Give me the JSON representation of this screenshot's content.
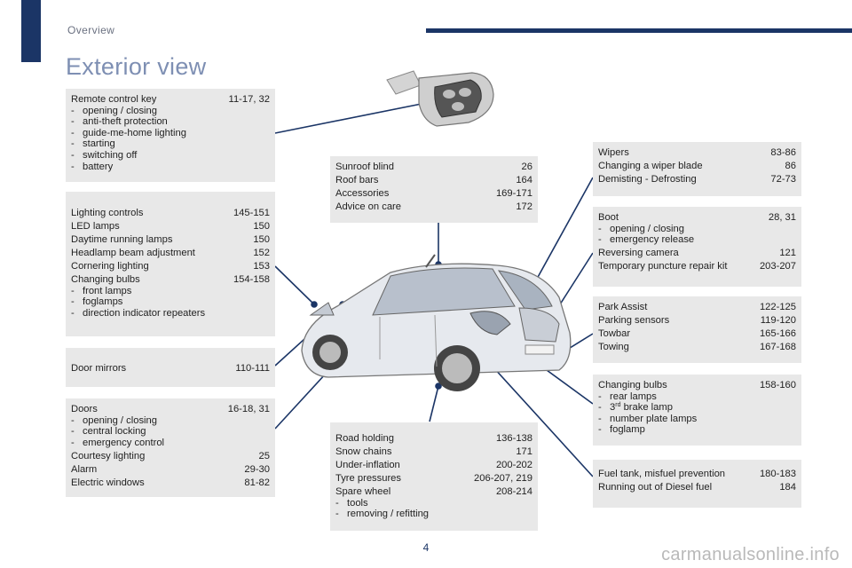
{
  "header": {
    "section": "Overview",
    "title": "Exterior view"
  },
  "page_number": "4",
  "watermark": "carmanualsonline.info",
  "boxes": {
    "remote": {
      "rows": [
        {
          "label": "Remote control key",
          "page": "11-17, 32"
        }
      ],
      "subs": [
        "opening / closing",
        "anti-theft protection",
        "guide-me-home lighting",
        "starting",
        "switching off",
        "battery"
      ]
    },
    "lighting": {
      "rows": [
        {
          "label": "Lighting controls",
          "page": "145-151"
        },
        {
          "label": "LED lamps",
          "page": "150"
        },
        {
          "label": "Daytime running lamps",
          "page": "150"
        },
        {
          "label": "Headlamp beam adjustment",
          "page": "152"
        },
        {
          "label": "Cornering lighting",
          "page": "153"
        },
        {
          "label": "Changing bulbs",
          "page": "154-158"
        }
      ],
      "subs": [
        "front lamps",
        "foglamps",
        "direction indicator repeaters"
      ]
    },
    "mirrors": {
      "rows": [
        {
          "label": "Door mirrors",
          "page": "110-111"
        }
      ]
    },
    "doors": {
      "rows": [
        {
          "label": "Doors",
          "page": "16-18, 31"
        }
      ],
      "subs": [
        "opening / closing",
        "central locking",
        "emergency control"
      ],
      "rows2": [
        {
          "label": "Courtesy lighting",
          "page": "25"
        },
        {
          "label": "Alarm",
          "page": "29-30"
        },
        {
          "label": "Electric windows",
          "page": "81-82"
        }
      ]
    },
    "sunroof": {
      "rows": [
        {
          "label": "Sunroof blind",
          "page": "26"
        },
        {
          "label": "Roof bars",
          "page": "164"
        },
        {
          "label": "Accessories",
          "page": "169-171"
        },
        {
          "label": "Advice on care",
          "page": "172"
        }
      ]
    },
    "road": {
      "rows": [
        {
          "label": "Road holding",
          "page": "136-138"
        },
        {
          "label": "Snow chains",
          "page": "171"
        },
        {
          "label": "Under-inflation",
          "page": "200-202"
        },
        {
          "label": "Tyre pressures",
          "page": "206-207, 219"
        },
        {
          "label": "Spare wheel",
          "page": "208-214"
        }
      ],
      "subs": [
        "tools",
        "removing / refitting"
      ]
    },
    "wipers": {
      "rows": [
        {
          "label": "Wipers",
          "page": "83-86"
        },
        {
          "label": "Changing a wiper blade",
          "page": "86"
        },
        {
          "label": "Demisting - Defrosting",
          "page": "72-73"
        }
      ]
    },
    "boot": {
      "rows": [
        {
          "label": "Boot",
          "page": "28, 31"
        }
      ],
      "subs": [
        "opening / closing",
        "emergency release"
      ],
      "rows2": [
        {
          "label": "Reversing camera",
          "page": "121"
        },
        {
          "label": "Temporary puncture repair kit",
          "page": "203-207"
        }
      ]
    },
    "park": {
      "rows": [
        {
          "label": "Park Assist",
          "page": "122-125"
        },
        {
          "label": "Parking sensors",
          "page": "119-120"
        },
        {
          "label": "Towbar",
          "page": "165-166"
        },
        {
          "label": "Towing",
          "page": "167-168"
        }
      ]
    },
    "rearbulbs": {
      "rows": [
        {
          "label": "Changing bulbs",
          "page": "158-160"
        }
      ],
      "subs_plain": [
        "rear lamps"
      ],
      "brake": {
        "num": "3",
        "sup": "rd",
        "text": " brake lamp"
      },
      "subs_after": [
        "number plate lamps",
        "foglamp"
      ]
    },
    "fuel": {
      "rows": [
        {
          "label": "Fuel tank, misfuel prevention",
          "page": "180-183"
        },
        {
          "label": "Running out of Diesel fuel",
          "page": "184"
        }
      ]
    }
  },
  "colors": {
    "navy": "#1b3566",
    "title": "#7e8fb3",
    "box": "#e8e8e8"
  }
}
